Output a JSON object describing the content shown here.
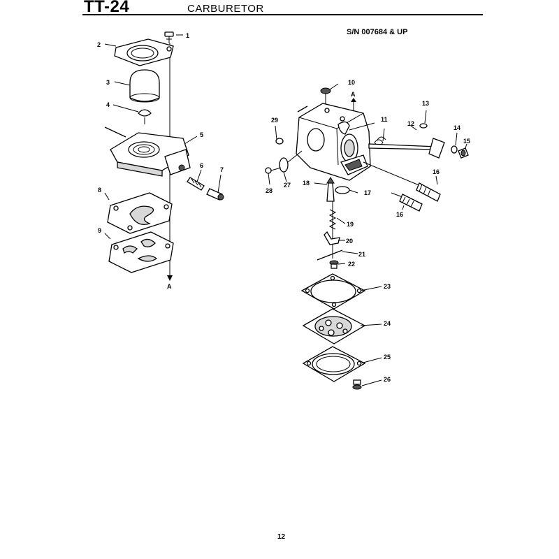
{
  "header": {
    "model": "TT-24",
    "title": "CARBURETOR"
  },
  "serial_note": "S/N 007684 & UP",
  "page_number": "12",
  "callouts": {
    "c1": "1",
    "c2": "2",
    "c3": "3",
    "c4": "4",
    "c5": "5",
    "c6": "6",
    "c7": "7",
    "c8": "8",
    "c9": "9",
    "c10": "10",
    "c11": "11",
    "c12": "12",
    "c13": "13",
    "c14": "14",
    "c15": "15",
    "c16a": "16",
    "c16b": "16",
    "c17": "17",
    "c18": "18",
    "c19": "19",
    "c20": "20",
    "c21": "21",
    "c22": "22",
    "c23": "23",
    "c24": "24",
    "c25": "25",
    "c26": "26",
    "c27": "27",
    "c28": "28",
    "c29": "29"
  },
  "reference_marks": {
    "top_a": "A",
    "bottom_a": "A"
  }
}
